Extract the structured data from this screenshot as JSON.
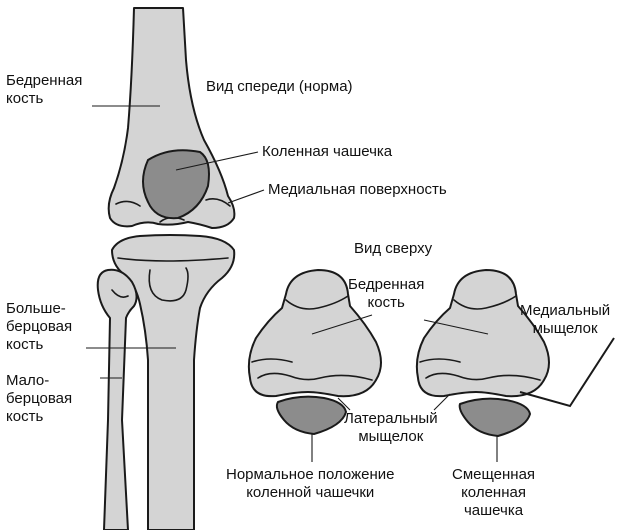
{
  "labels": {
    "femur": "Бедренная\nкость",
    "front_view": "Вид спереди (норма)",
    "kneecap": "Коленная чашечка",
    "medial_surface": "Медиальная поверхность",
    "top_view": "Вид сверху",
    "femur_top": "Бедренная\nкость",
    "medial_condyle": "Медиальный\nмыщелок",
    "tibia": "Больше-\nберцовая\nкость",
    "fibula": "Мало-\nберцовая\nкость",
    "lateral_condyle": "Латеральный\nмыщелок",
    "normal_position": "Нормальное положение\nколенной чашечки",
    "displaced": "Смещенная\nколенная\nчашечка"
  },
  "colors": {
    "bone_fill": "#d4d4d4",
    "kneecap_fill": "#8c8c8c",
    "outline": "#1a1a1a"
  }
}
